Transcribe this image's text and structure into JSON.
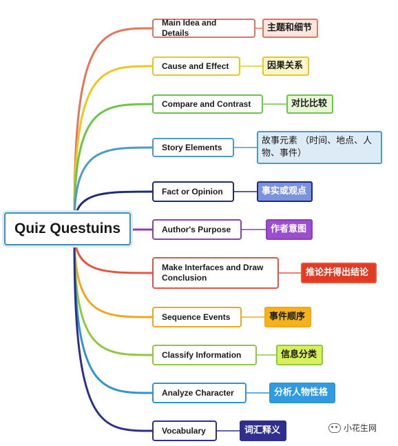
{
  "root": {
    "label": "Quiz Questuins"
  },
  "branches": [
    {
      "name": "main-idea",
      "topic": "Main Idea and Details",
      "cn": "主题和细节",
      "color": "#e6735a",
      "fill": "#fde6dd"
    },
    {
      "name": "cause-effect",
      "topic": "Cause and Effect",
      "cn": "因果关系",
      "color": "#ecc51f",
      "fill": "#fdf7c9"
    },
    {
      "name": "compare-contrast",
      "topic": "Compare and Contrast",
      "cn": "对比比较",
      "color": "#6cc44a",
      "fill": "#e8f7d6"
    },
    {
      "name": "story-elements",
      "topic": "Story Elements",
      "cn": "故事元素 （时间、地点、人物、事件）",
      "color": "#4b9ac7",
      "fill": "#dcebf6"
    },
    {
      "name": "fact-opinion",
      "topic": "Fact or Opinion",
      "cn": "事实或观点",
      "color": "#1f2a7a",
      "fill": "#7b93dc"
    },
    {
      "name": "authors-purpose",
      "topic": "Author's Purpose",
      "cn": "作者意图",
      "color": "#8c3fb0",
      "fill": "#9b4fd0"
    },
    {
      "name": "make-interfaces",
      "topic": "Make Interfaces and Draw Conclusion",
      "cn": "推论并得出结论",
      "color": "#e8523e",
      "fill": "#e33a23"
    },
    {
      "name": "sequence-events",
      "topic": "Sequence Events",
      "cn": "事件顺序",
      "color": "#f0a81a",
      "fill": "#f6b21b"
    },
    {
      "name": "classify-information",
      "topic": "Classify Information",
      "cn": "信息分类",
      "color": "#8fc83c",
      "fill": "#d9f05b"
    },
    {
      "name": "analyze-character",
      "topic": "Analyze Character",
      "cn": "分析人物性格",
      "color": "#2f94cf",
      "fill": "#2f9be0"
    },
    {
      "name": "vocabulary",
      "topic": "Vocabulary",
      "cn": "词汇释义",
      "color": "#2e2f8a",
      "fill": "#2f2f92"
    }
  ],
  "watermark": {
    "text": "小花生网"
  }
}
